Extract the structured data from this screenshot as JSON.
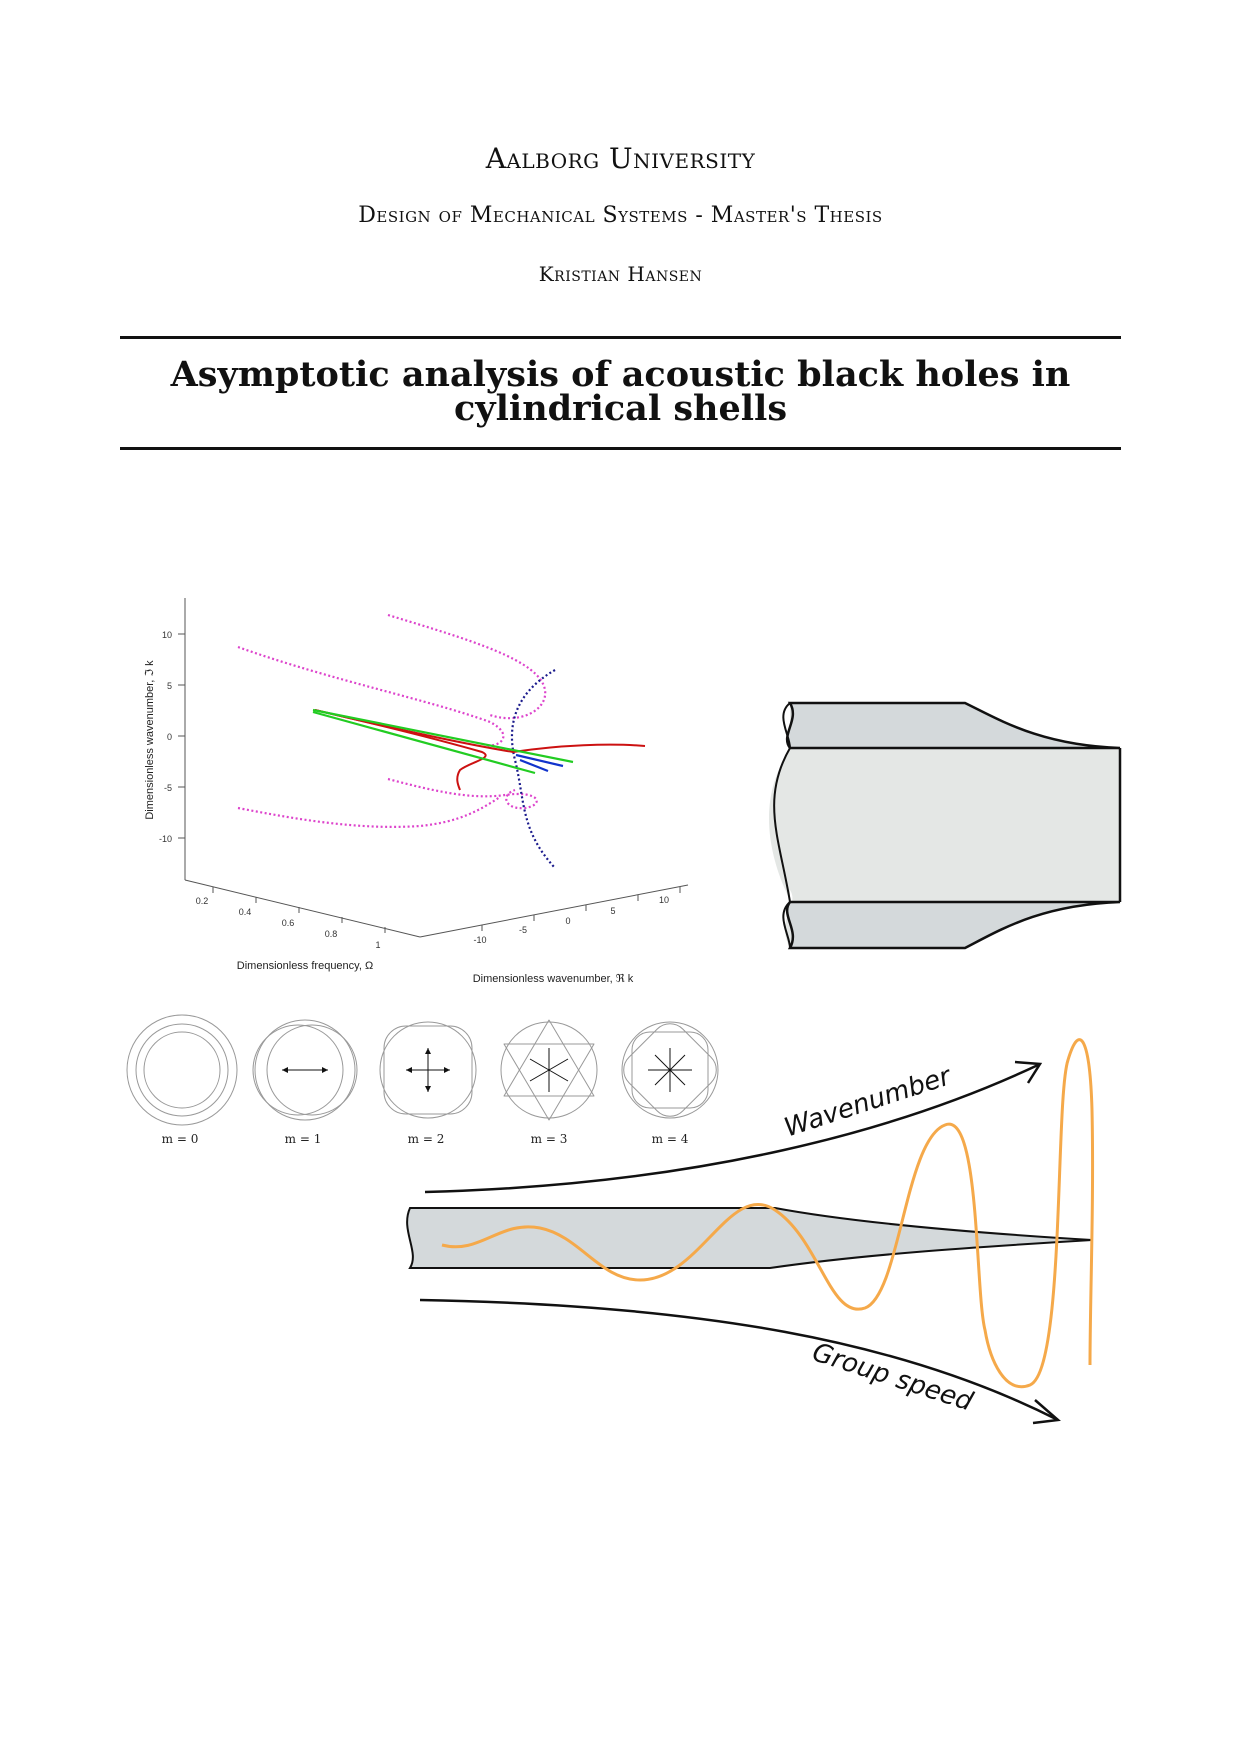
{
  "cover": {
    "university": "Aalborg University",
    "programme": "Design of Mechanical Systems - Master's Thesis",
    "author": "Kristian Hansen",
    "title": "Asymptotic analysis of acoustic black holes in cylindrical shells"
  },
  "dispersion_plot": {
    "z_label": "Dimensionless wavenumber, ℑ k",
    "x_label": "Dimensionless frequency, Ω",
    "y_label": "Dimensionless wavenumber, ℜ k",
    "z_ticks": [
      "10",
      "5",
      "0",
      "-5",
      "-10"
    ],
    "freq_ticks": [
      "0.2",
      "0.4",
      "0.6",
      "0.8",
      "1"
    ],
    "re_ticks": [
      "-10",
      "-5",
      "0",
      "5",
      "10"
    ]
  },
  "mode_shapes": {
    "labels": [
      "m = 0",
      "m = 1",
      "m = 2",
      "m = 3",
      "m = 4"
    ]
  },
  "abh_sketch": {
    "wavenumber_label": "Wavenumber",
    "group_speed_label": "Group speed"
  },
  "colors": {
    "pink": "#dd44cc",
    "navy": "#1a1a8c",
    "red": "#cc1111",
    "green": "#22cc22",
    "blue": "#1133cc",
    "orange": "#f5a94a",
    "shell_fill": "#d4d9db",
    "shell_inner": "#e4e7e5"
  }
}
